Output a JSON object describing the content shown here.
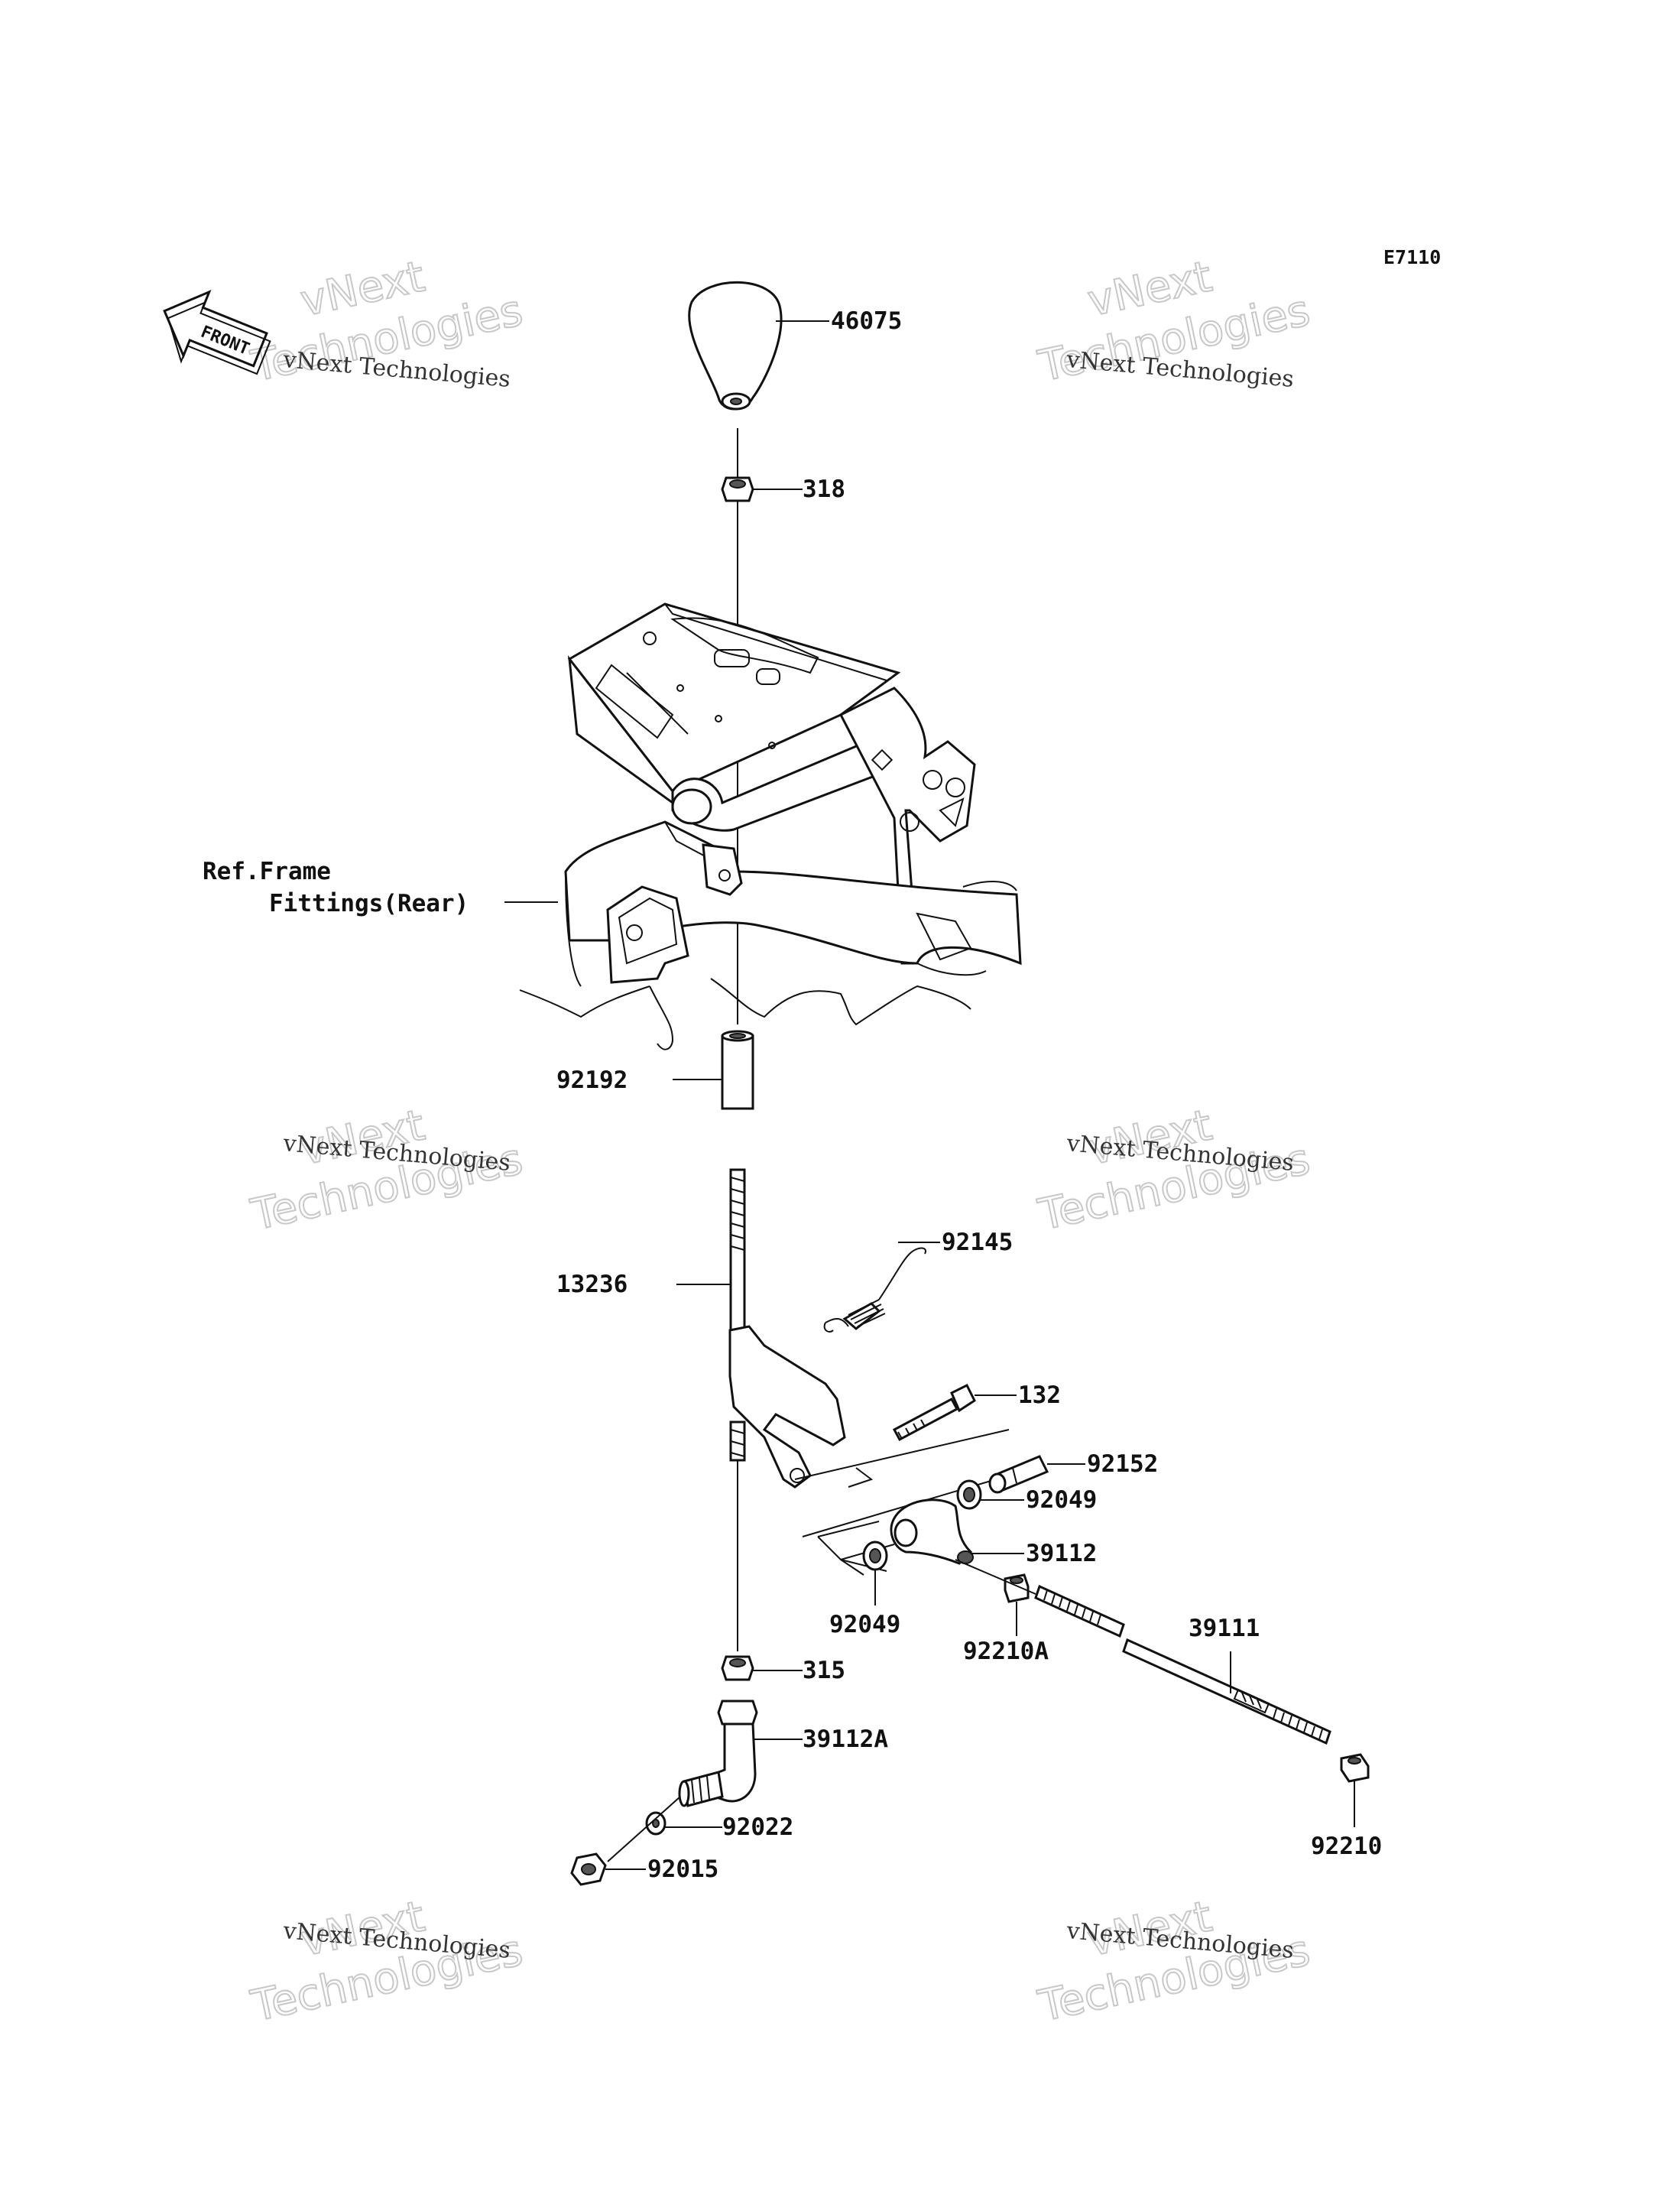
{
  "diagram_code": "E7110",
  "front_badge": "FRONT",
  "reference_label": {
    "line1": "Ref.Frame",
    "line2": "Fittings(Rear)"
  },
  "parts": {
    "knob": "46075",
    "nut_318": "318",
    "collar": "92192",
    "shift_lever": "13236",
    "spring": "92145",
    "bolt": "132",
    "sleeve": "92152",
    "washer_upper": "92049",
    "joint": "39112",
    "washer_lower": "92049",
    "nut_92210a": "92210A",
    "rod": "39111",
    "nut_315": "315",
    "joint_a": "39112A",
    "washer_92022": "92022",
    "nut_92015": "92015",
    "nut_92210": "92210"
  },
  "watermark": {
    "brand_small": "vNext Technologies",
    "line1": "vNext",
    "line2": "Technologies"
  }
}
